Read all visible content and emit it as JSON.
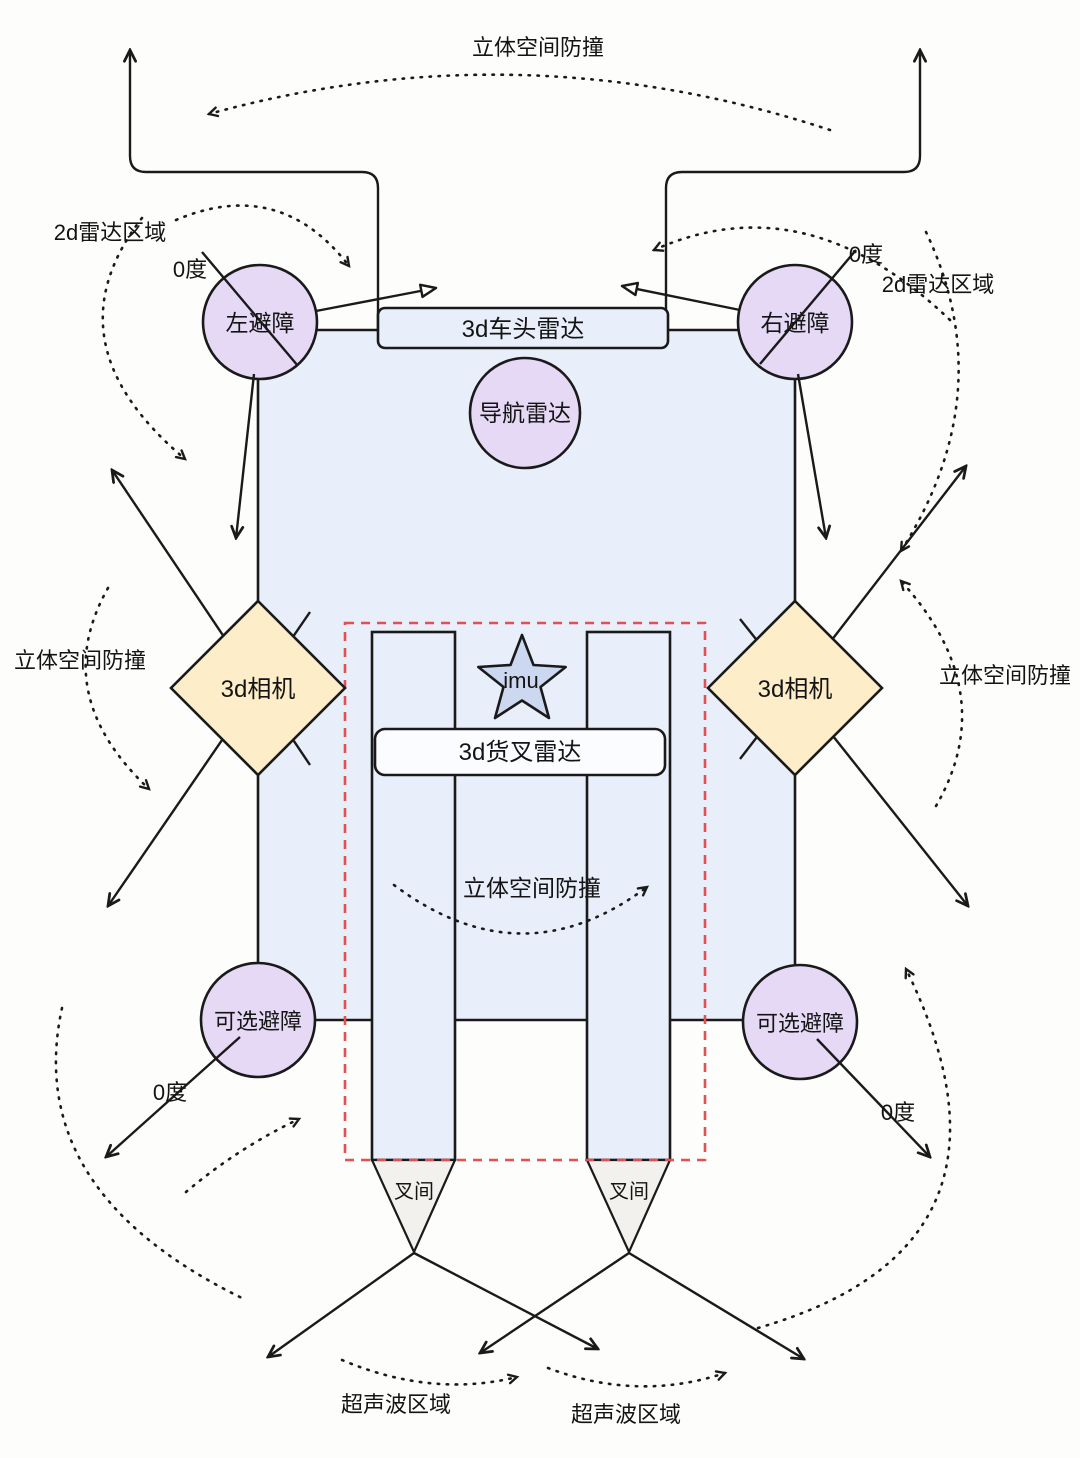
{
  "colors": {
    "line": "#1a1a1a",
    "body-fill": "#e9eefb",
    "node-purple": "#e5d9f6",
    "camera-yellow": "#fdeec9",
    "fork-tip-grey": "#f2f1ee",
    "star-fill": "#ccd7f0",
    "radar-box-fill": "#fbfcff",
    "danger-red": "#e2514f"
  },
  "labels": {
    "collision_top": "立体空间防撞",
    "radar2d_left": "2d雷达区域",
    "radar2d_right": "2d雷达区域",
    "deg0_top_left": "0度",
    "deg0_top_right": "0度",
    "deg0_bottom_left": "0度",
    "deg0_bottom_right": "0度",
    "avoid_left": "左避障",
    "avoid_right": "右避障",
    "head_radar": "3d车头雷达",
    "nav_radar": "导航雷达",
    "camera_left": "3d相机",
    "camera_right": "3d相机",
    "collision_left": "立体空间防撞",
    "collision_right": "立体空间防撞",
    "imu": "imu",
    "fork_radar": "3d货叉雷达",
    "collision_center": "立体空间防撞",
    "optional_avoid_left": "可选避障",
    "optional_avoid_right": "可选避障",
    "fork_gap_left": "叉间",
    "fork_gap_right": "叉间",
    "ultrasonic_left": "超声波区域",
    "ultrasonic_right": "超声波区域"
  }
}
